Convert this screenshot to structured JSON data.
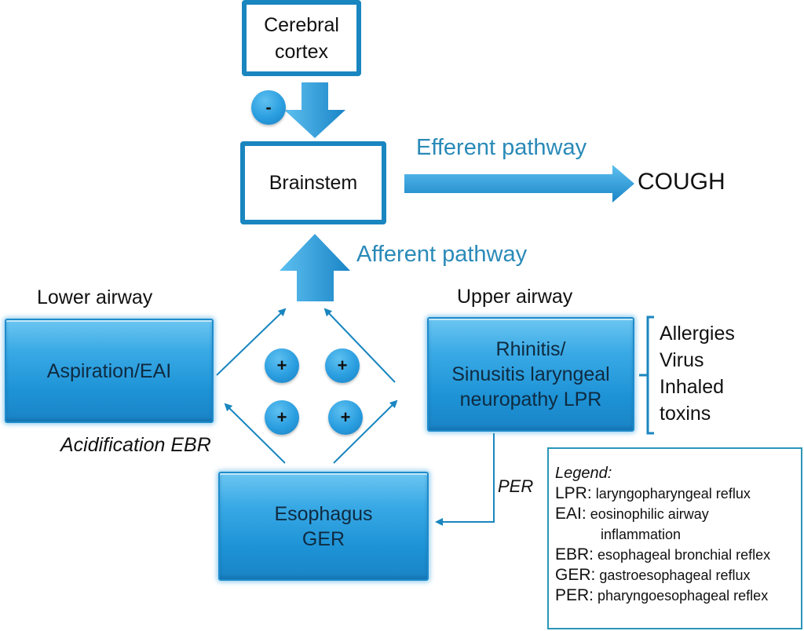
{
  "nodes": {
    "cerebral_cortex": "Cerebral\ncortex",
    "brainstem": "Brainstem",
    "cough": "COUGH",
    "aspiration": "Aspiration/EAI",
    "rhinitis": "Rhinitis/\nSinusitis laryngeal\nneuropathy LPR",
    "esophagus": "Esophagus\nGER"
  },
  "labels": {
    "efferent": "Efferent pathway",
    "afferent": "Afferent pathway",
    "lower_airway": "Lower airway",
    "upper_airway": "Upper airway",
    "acidification": "Acidification EBR",
    "per": "PER",
    "inhibit_sign": "-",
    "excite_sign": "+"
  },
  "triggers": [
    "Allergies",
    "Virus",
    "Inhaled",
    "toxins"
  ],
  "legend": {
    "title": "Legend:",
    "entries": [
      {
        "abbr": "LPR:",
        "text": "laryngopharyngeal reflux"
      },
      {
        "abbr": "EAI:",
        "text": "eosinophilic airway",
        "cont": "inflammation"
      },
      {
        "abbr": "EBR:",
        "text": "esophageal bronchial reflex"
      },
      {
        "abbr": "GER:",
        "text": "gastroesophageal reflux"
      },
      {
        "abbr": "PER:",
        "text": "pharyngoesophageal reflex"
      }
    ]
  },
  "colors": {
    "primary_blue": "#1a86c0",
    "label_blue": "#2a8ab8"
  }
}
